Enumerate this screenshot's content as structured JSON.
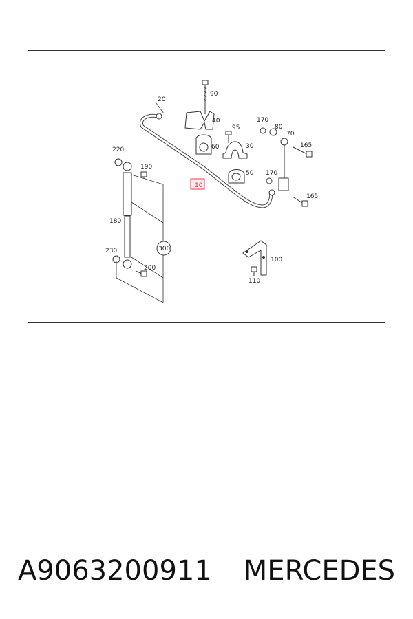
{
  "diagram": {
    "callouts": {
      "c10": "10",
      "c20": "20",
      "c30": "30",
      "c40": "40",
      "c50": "50",
      "c60": "60",
      "c70": "70",
      "c80": "80",
      "c90": "90",
      "c95": "95",
      "c100": "100",
      "c110": "110",
      "c165a": "165",
      "c165b": "165",
      "c170a": "170",
      "c170b": "170",
      "c180": "180",
      "c190": "190",
      "c200": "200",
      "c220": "220",
      "c230": "230",
      "c300": "300"
    },
    "highlighted_part": "10",
    "colors": {
      "highlight": "#d9434f",
      "line": "#333333"
    }
  },
  "footer": {
    "part_number": "A9063200911",
    "brand": "MERCEDES"
  }
}
